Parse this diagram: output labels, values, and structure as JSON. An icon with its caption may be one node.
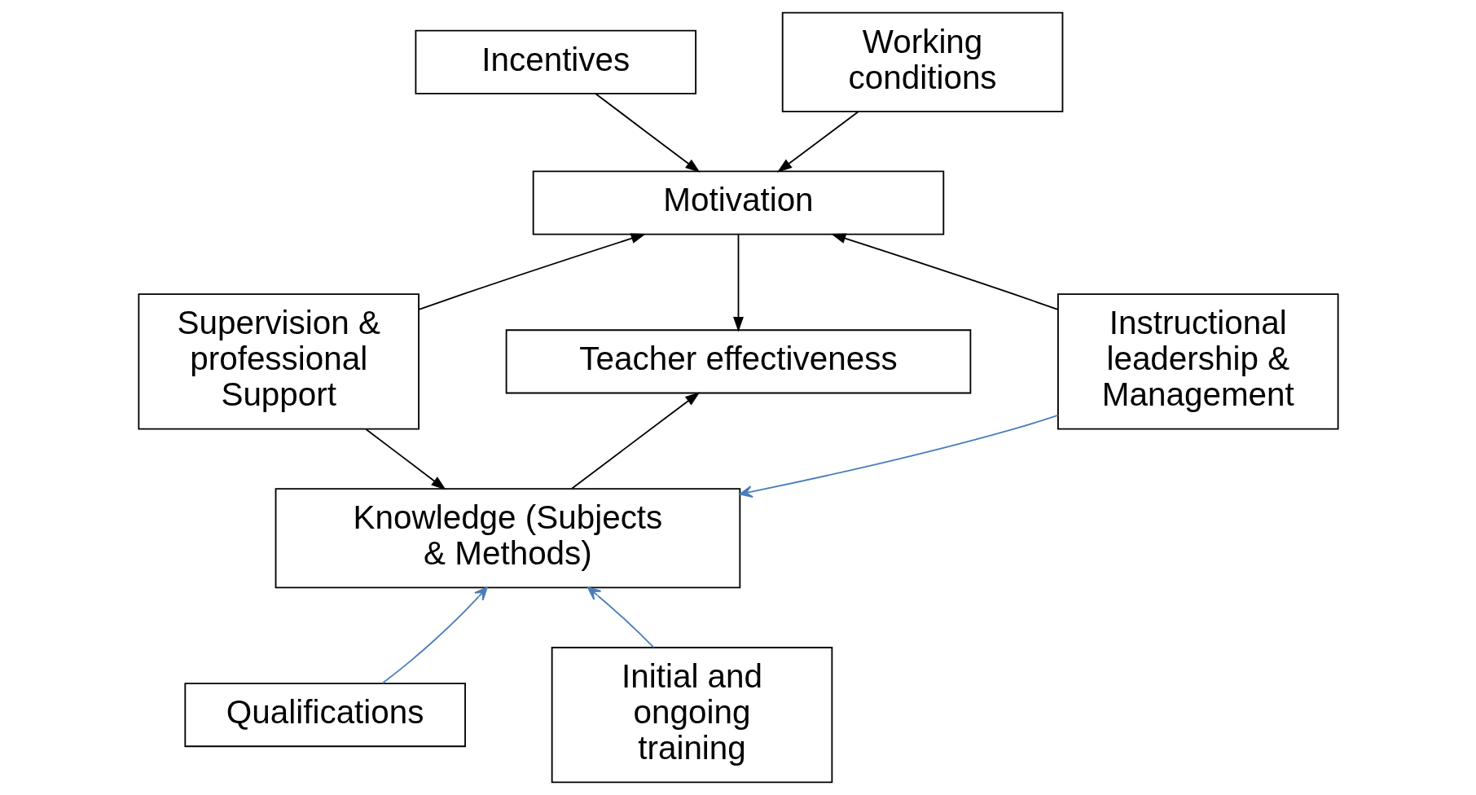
{
  "diagram": {
    "nodes": [
      {
        "text": [
          "Incentives"
        ]
      },
      {
        "text": [
          "Working conditions"
        ]
      },
      {
        "text": [
          "Motivation"
        ]
      },
      {
        "text": [
          "Supervision & professional Support"
        ]
      },
      {
        "text": [
          "Teacher effectiveness"
        ]
      },
      {
        "text": [
          "Instructional leadership & Management"
        ]
      },
      {
        "text": [
          "Knowledge (Subjects & Methods)"
        ]
      },
      {
        "text": [
          "Qualifications"
        ]
      },
      {
        "text": [
          "Initial and ongoing training"
        ]
      }
    ],
    "edges": [
      {
        "from": 0,
        "to": 2,
        "arrow": "to"
      },
      {
        "from": 1,
        "to": 2,
        "arrow": "to"
      },
      {
        "from": 3,
        "to": 2,
        "arrow": "to"
      },
      {
        "from": 5,
        "to": 2,
        "arrow": "to"
      },
      {
        "from": 2,
        "to": 4,
        "arrow": "to"
      },
      {
        "from": 3,
        "to": 6,
        "arrow": "to"
      },
      {
        "from": 6,
        "to": 4,
        "arrow": "to"
      },
      {
        "from": 5,
        "to": 6,
        "arrow": "to",
        "color": "#4a7ebb"
      },
      {
        "from": 7,
        "to": 6,
        "arrow": "to",
        "color": "#4a7ebb"
      },
      {
        "from": 8,
        "to": 6,
        "arrow": "to",
        "color": "#4a7ebb"
      }
    ]
  }
}
